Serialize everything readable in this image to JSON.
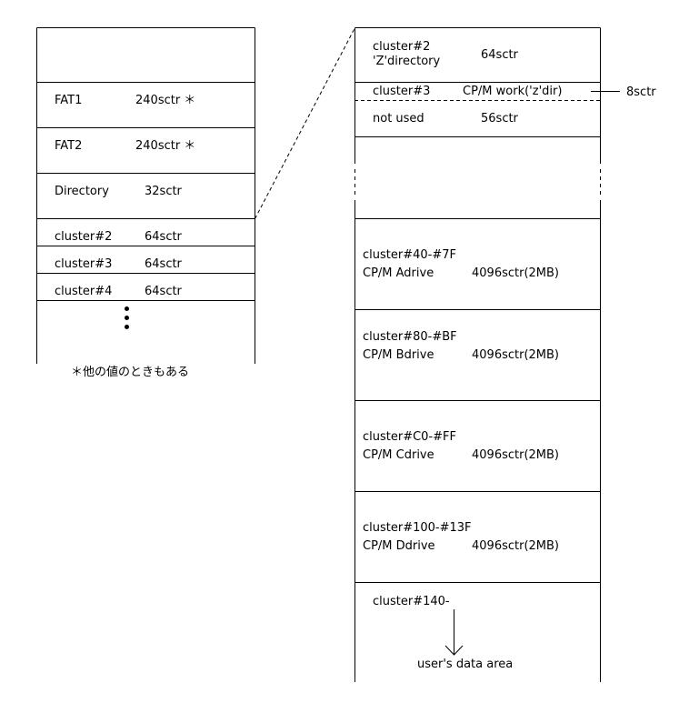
{
  "left_block": {
    "fat1": {
      "name": "FAT1",
      "size": "240sctr ＊"
    },
    "fat2": {
      "name": "FAT2",
      "size": "240sctr ＊"
    },
    "directory": {
      "name": "Directory",
      "size": "32sctr"
    },
    "rows": [
      {
        "name": "cluster#2",
        "size": "64sctr"
      },
      {
        "name": "cluster#3",
        "size": "64sctr"
      },
      {
        "name": "cluster#4",
        "size": "64sctr"
      }
    ],
    "footnote": "＊他の値のときもある"
  },
  "right_block": {
    "c2": {
      "name": "cluster#2",
      "sub": "'Z'directory",
      "size": "64sctr"
    },
    "c3": {
      "name": "cluster#3",
      "desc": "CP/M work('z'dir)",
      "side": "8sctr"
    },
    "unused": {
      "name": "not used",
      "size": "56sctr"
    },
    "drives": [
      {
        "range": "cluster#40-#7F",
        "drive": "CP/M Adrive",
        "size": "4096sctr(2MB)"
      },
      {
        "range": "cluster#80-#BF",
        "drive": "CP/M Bdrive",
        "size": "4096sctr(2MB)"
      },
      {
        "range": "cluster#C0-#FF",
        "drive": "CP/M Cdrive",
        "size": "4096sctr(2MB)"
      },
      {
        "range": "cluster#100-#13F",
        "drive": "CP/M Ddrive",
        "size": "4096sctr(2MB)"
      }
    ],
    "last": {
      "name": "cluster#140-",
      "area": "user's data area"
    }
  }
}
